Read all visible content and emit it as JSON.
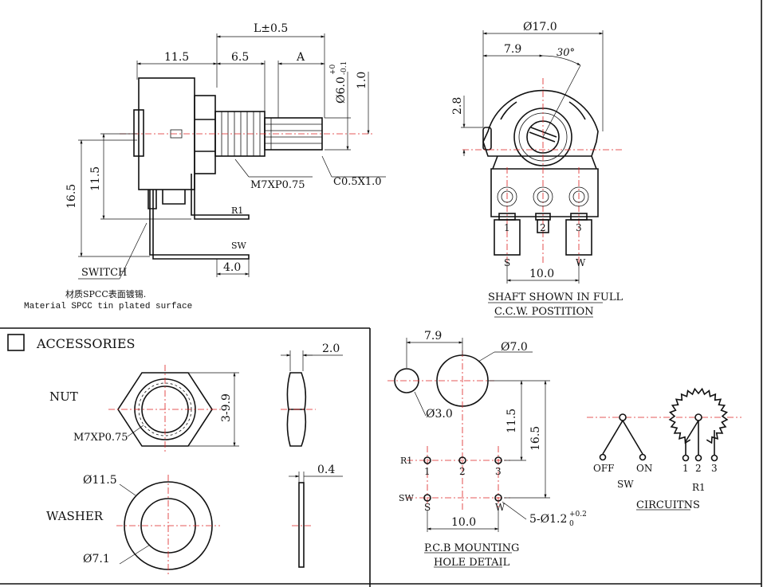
{
  "side_view": {
    "dim_L": "L±0.5",
    "dim_11_5_top": "11.5",
    "dim_6_5": "6.5",
    "dim_A": "A",
    "dim_dia6": "Ø6.0",
    "dim_dia6_tol_top": "+0",
    "dim_dia6_tol_bot": "-0.1",
    "dim_1_0": "1.0",
    "dim_16_5": "16.5",
    "dim_11_5_left": "11.5",
    "thread": "M7XP0.75",
    "chamfer": "C0.5X1.0",
    "label_r1": "R1",
    "label_sw": "SW",
    "label_switch": "SWITCH",
    "dim_4_0": "4.0",
    "material_cn": "材质SPCC表面镀锡.",
    "material_en": "Material SPCC tin plated surface"
  },
  "front_view": {
    "dim_dia17": "Ø17.0",
    "dim_7_9": "7.9",
    "dim_30deg": "30°",
    "dim_2_8": "2.8",
    "pin_1": "1",
    "pin_2": "2",
    "pin_3": "3",
    "pin_s": "S",
    "pin_w": "W",
    "dim_10_0": "10.0",
    "caption_1": "SHAFT SHOWN IN FULL",
    "caption_2": "C.C.W. POSTITION"
  },
  "accessories": {
    "title": "ACCESSORIES",
    "nut_label": "NUT",
    "nut_thread": "M7XP0.75",
    "nut_dim_across": "3-9.9",
    "nut_thickness": "2.0",
    "washer_label": "WASHER",
    "washer_outer": "Ø11.5",
    "washer_inner": "Ø7.1",
    "washer_thickness": "0.4"
  },
  "pcb": {
    "dim_7_9": "7.9",
    "dim_dia7": "Ø7.0",
    "dim_dia3": "Ø3.0",
    "dim_11_5": "11.5",
    "dim_16_5": "16.5",
    "row_r1": "R1",
    "row_sw": "SW",
    "pin_1": "1",
    "pin_2": "2",
    "pin_3": "3",
    "pin_s": "S",
    "pin_w": "W",
    "dim_10_0": "10.0",
    "hole_spec": "5-Ø1.2",
    "hole_tol_top": "+0.2",
    "hole_tol_bot": "0",
    "caption_1": "P.C.B MOUNTING",
    "caption_2": "HOLE DETAIL"
  },
  "circuits": {
    "off": "OFF",
    "on": "ON",
    "sw": "SW",
    "p1": "1",
    "p2": "2",
    "p3": "3",
    "r1": "R1",
    "title": "CIRCUITNS"
  }
}
